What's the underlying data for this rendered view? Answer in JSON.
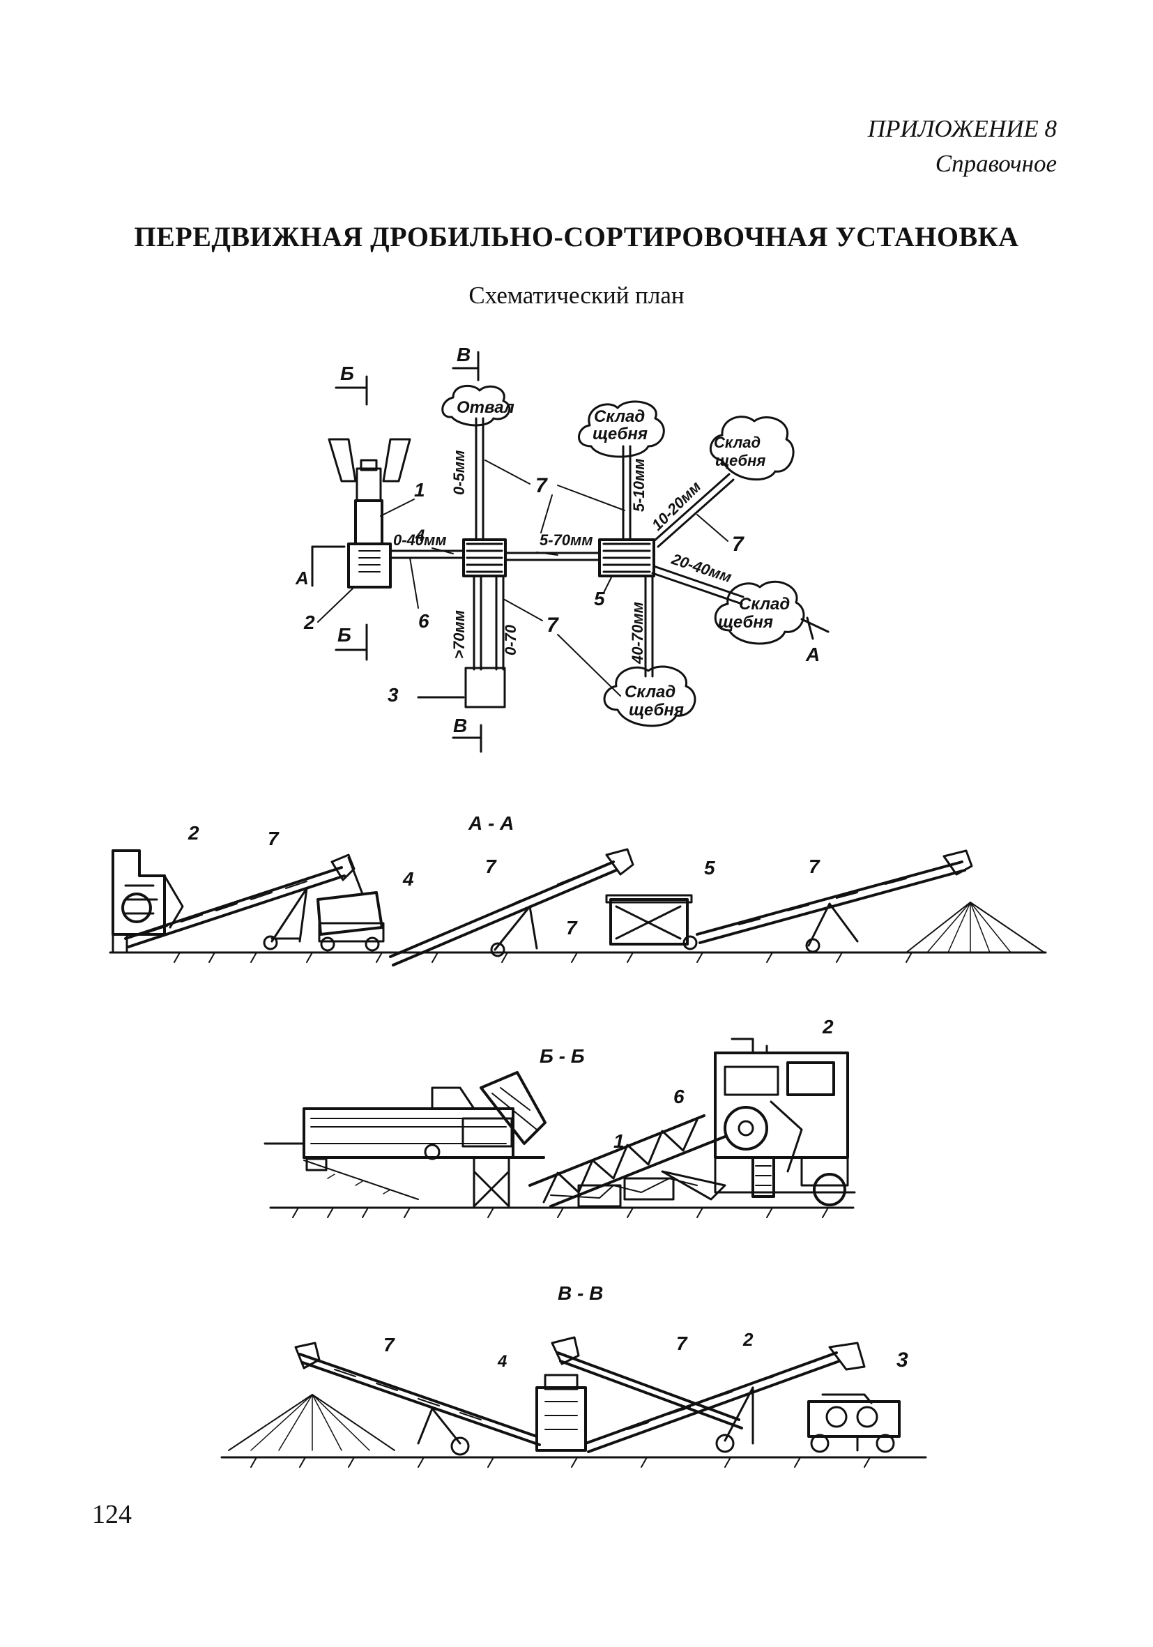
{
  "header": {
    "appendix_line1": "ПРИЛОЖЕНИЕ 8",
    "appendix_line2": "Справочное"
  },
  "title": "ПЕРЕДВИЖНАЯ ДРОБИЛЬНО-СОРТИРОВОЧНАЯ УСТАНОВКА",
  "subtitle": "Схематический план",
  "plan": {
    "section_marks": [
      "В",
      "Б",
      "А"
    ],
    "piles": {
      "dump": "Отвал",
      "store_line1": "Склад",
      "store_line2": "щебня"
    },
    "fractions": [
      "0-5мм",
      "5-10мм",
      "10-20мм",
      "20-40мм",
      "40-70мм",
      "0-40мм",
      "5-70мм",
      ">70мм",
      "0-70"
    ],
    "callouts": [
      "1",
      "2",
      "3",
      "4",
      "5",
      "6",
      "7"
    ]
  },
  "sections": {
    "aa": "А - А",
    "bb": "Б - Б",
    "vv": "В - В"
  },
  "page_number": "124"
}
